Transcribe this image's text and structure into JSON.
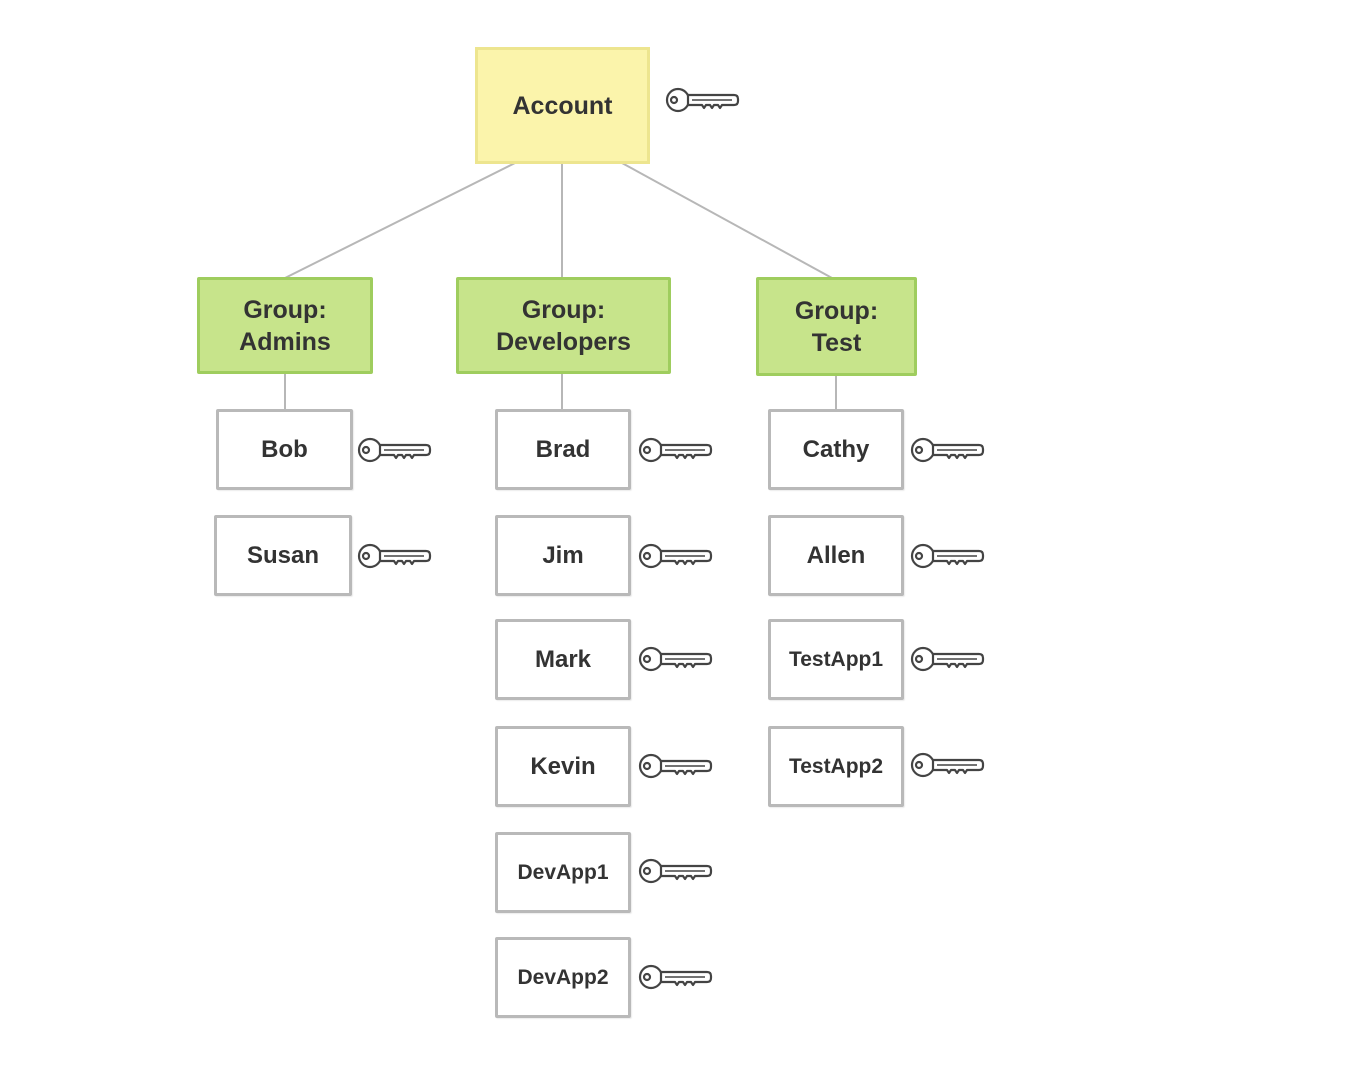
{
  "account": {
    "label": "Account",
    "has_key": true
  },
  "groups": [
    {
      "label_line1": "Group:",
      "label_line2": "Admins",
      "members": [
        {
          "label": "Bob"
        },
        {
          "label": "Susan"
        }
      ]
    },
    {
      "label_line1": "Group:",
      "label_line2": "Developers",
      "members": [
        {
          "label": "Brad"
        },
        {
          "label": "Jim"
        },
        {
          "label": "Mark"
        },
        {
          "label": "Kevin"
        },
        {
          "label": "DevApp1"
        },
        {
          "label": "DevApp2"
        }
      ]
    },
    {
      "label_line1": "Group:",
      "label_line2": "Test",
      "members": [
        {
          "label": "Cathy"
        },
        {
          "label": "Allen"
        },
        {
          "label": "TestApp1"
        },
        {
          "label": "TestApp2"
        }
      ]
    }
  ],
  "icons": {
    "credential": "key-icon"
  },
  "colors": {
    "account_fill": "#fbf4ab",
    "account_border": "#ede58f",
    "group_fill": "#c7e48b",
    "group_border": "#9fcd5e",
    "user_fill": "#ffffff",
    "user_border": "#b9b9b9",
    "connector": "#b7b7b7",
    "text": "#333333"
  }
}
